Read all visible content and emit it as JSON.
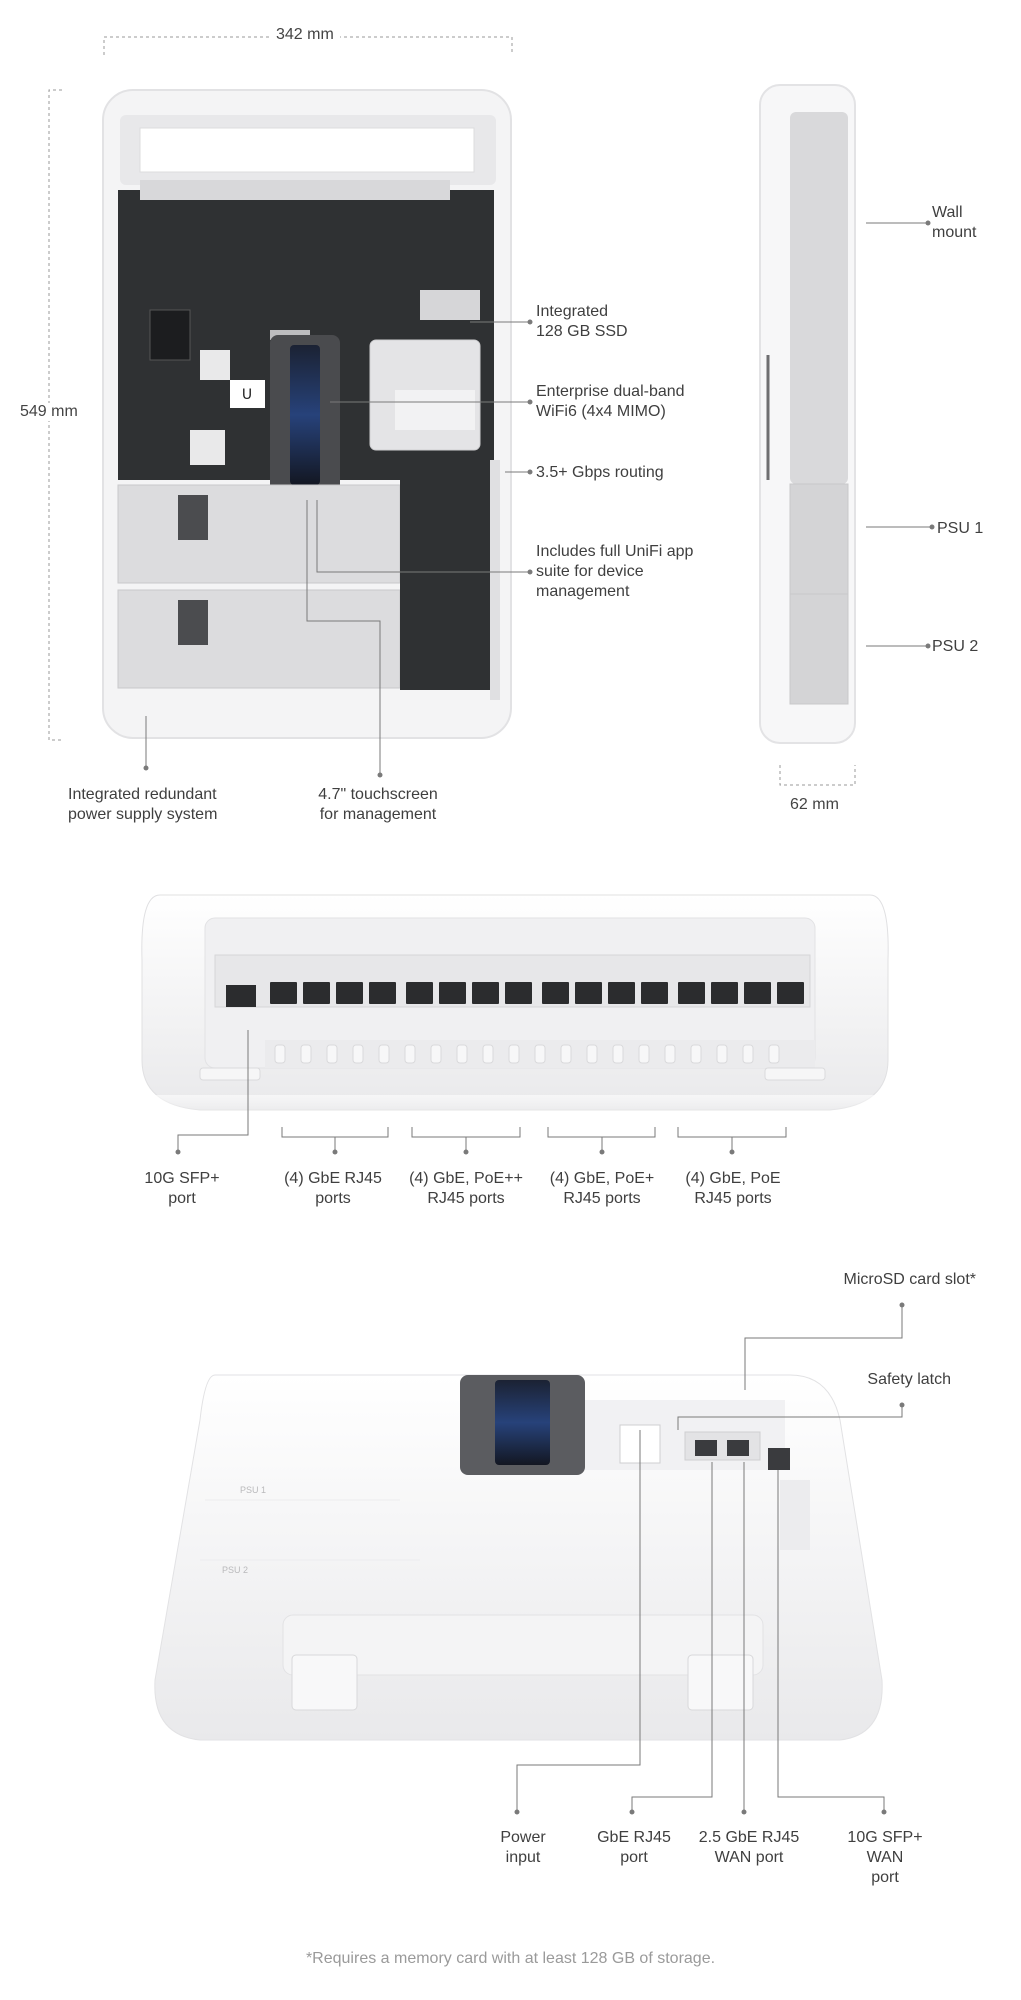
{
  "dimensions": {
    "width": "342 mm",
    "height": "549 mm",
    "depth": "62 mm"
  },
  "front_view": {
    "callouts": {
      "ssd": [
        "Integrated",
        "128 GB SSD"
      ],
      "wifi": [
        "Enterprise dual-band",
        "WiFi6 (4x4 MIMO)"
      ],
      "routing": [
        "3.5+ Gbps routing"
      ],
      "unifi": [
        "Includes full UniFi app",
        "suite for device",
        "management"
      ],
      "power": [
        "Integrated redundant",
        "power supply system"
      ],
      "touchscreen": [
        "4.7\" touchscreen",
        "for management"
      ]
    }
  },
  "side_view": {
    "callouts": {
      "wall_mount": [
        "Wall",
        "mount"
      ],
      "psu1": [
        "PSU 1"
      ],
      "psu2": [
        "PSU 2"
      ]
    }
  },
  "ports_view": {
    "callouts": {
      "sfp": [
        "10G SFP+",
        "port"
      ],
      "gbe": [
        "(4) GbE RJ45",
        "ports"
      ],
      "poepp": [
        "(4) GbE, PoE++",
        "RJ45 ports"
      ],
      "poep": [
        "(4) GbE, PoE+",
        "RJ45 ports"
      ],
      "poe": [
        "(4) GbE, PoE",
        "RJ45 ports"
      ]
    }
  },
  "rear_view": {
    "psu_labels": [
      "PSU 1",
      "PSU 2"
    ],
    "callouts": {
      "microsd": [
        "MicroSD card slot*"
      ],
      "safety": [
        "Safety latch"
      ],
      "power_input": [
        "Power",
        "input"
      ],
      "gbe_port": [
        "GbE RJ45",
        "port"
      ],
      "wan25": [
        "2.5 GbE RJ45",
        "WAN port"
      ],
      "sfp_wan": [
        "10G SFP+",
        "WAN",
        "port"
      ]
    }
  },
  "footnote": "*Requires a memory card with at least 128 GB of storage.",
  "colors": {
    "line": "#7a7a7a",
    "dash": "#9a9a9a",
    "board": "#2d2f31",
    "enclosure": "#f3f3f4",
    "panel": "#d7d7d9",
    "screen_accent": "#3b6fd8"
  }
}
